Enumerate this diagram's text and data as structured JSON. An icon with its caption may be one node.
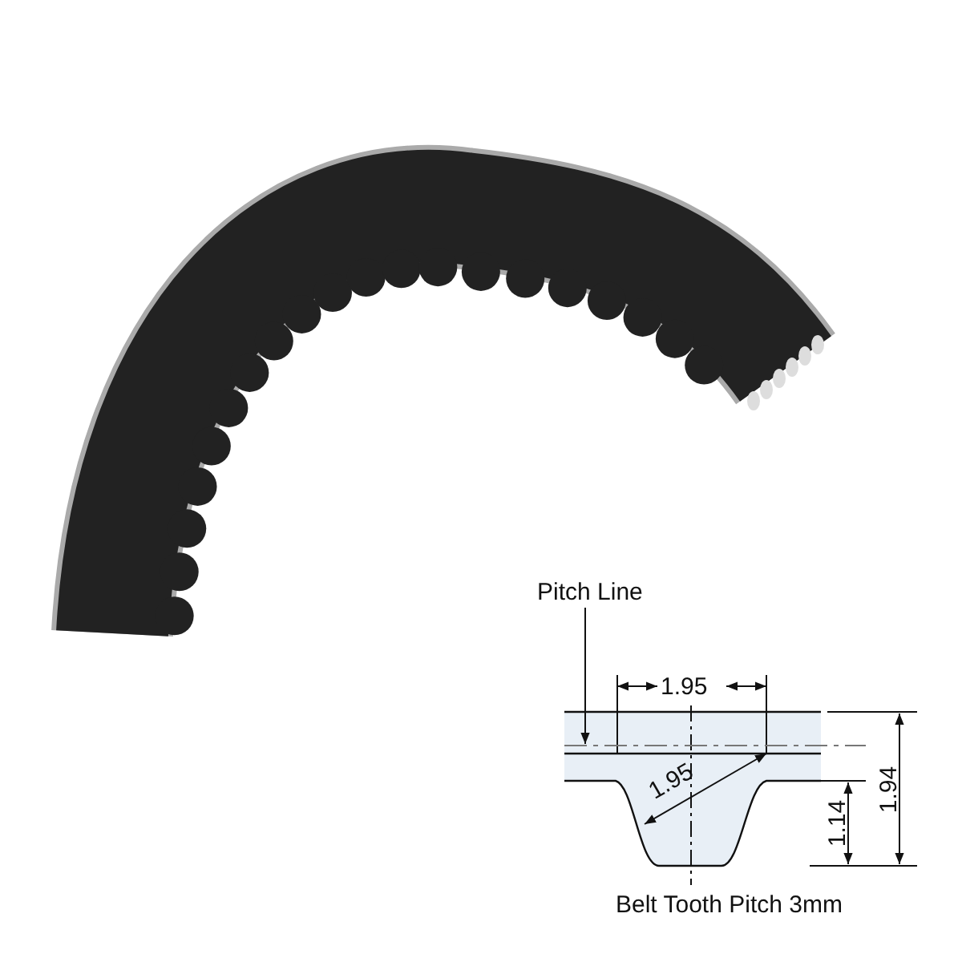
{
  "diagram": {
    "nodes": [
      {
        "text": [
          "Pitch Line"
        ]
      },
      {
        "text": [],
        "shape": "line"
      }
    ],
    "edges": [
      {
        "from": 0,
        "to": 1,
        "arrow": "to"
      }
    ],
    "labels": [
      "1.95",
      "1.95",
      "1.14",
      "1.94",
      "Belt Tooth Pitch 3mm"
    ]
  }
}
